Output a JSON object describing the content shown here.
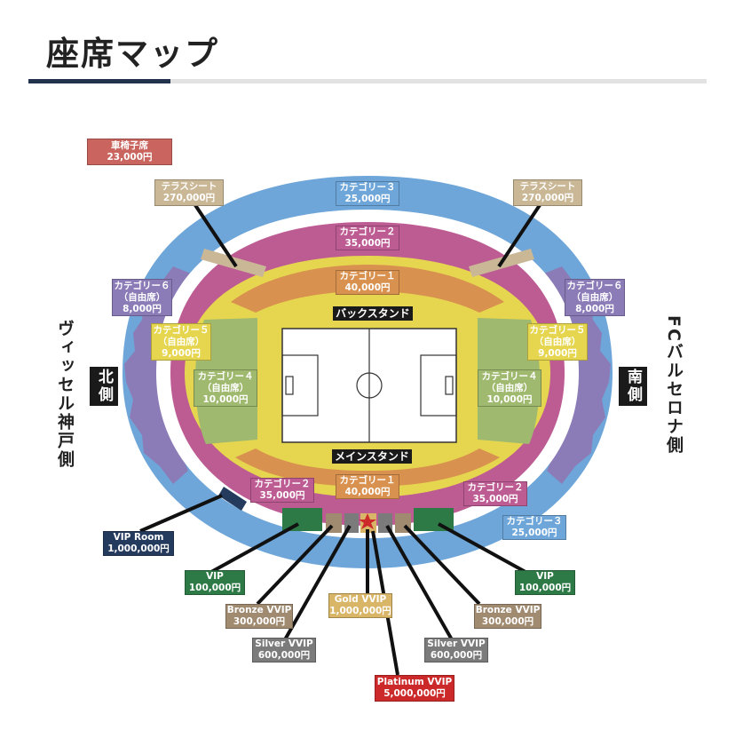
{
  "header": {
    "title": "座席マップ"
  },
  "colors": {
    "category1": "#d9914f",
    "category2": "#bd5b93",
    "category3": "#6ea6d9",
    "category4": "#9fb96f",
    "category5": "#e6d64f",
    "category6": "#8b7cb8",
    "terrace": "#c9b795",
    "wheelchair": "#c9655e",
    "vip_room": "#253b5e",
    "vip": "#2e7a47",
    "bronze": "#a08a70",
    "silver": "#7b7b7b",
    "gold": "#d9b567",
    "platinum": "#cc2a2a"
  },
  "stands": {
    "back": "バックスタンド",
    "main": "メインスタンド"
  },
  "sides": {
    "left_team": "ヴィッセル神戸側",
    "right_team": "FCバルセロナ側",
    "north": "北側",
    "south": "南側"
  },
  "labels": {
    "wheelchair": {
      "name": "車椅子席",
      "price": "23,000円"
    },
    "terrace_left": {
      "name": "テラスシート",
      "price": "270,000円"
    },
    "terrace_right": {
      "name": "テラスシート",
      "price": "270,000円"
    },
    "cat3_top": {
      "name": "カテゴリー３",
      "price": "25,000円"
    },
    "cat2_top": {
      "name": "カテゴリー２",
      "price": "35,000円"
    },
    "cat1_top": {
      "name": "カテゴリー１",
      "price": "40,000円"
    },
    "cat6_left": {
      "name": "カテゴリー６",
      "sub": "（自由席）",
      "price": "8,000円"
    },
    "cat6_right": {
      "name": "カテゴリー６",
      "sub": "（自由席）",
      "price": "8,000円"
    },
    "cat5_left": {
      "name": "カテゴリー５",
      "sub": "（自由席）",
      "price": "9,000円"
    },
    "cat5_right": {
      "name": "カテゴリー５",
      "sub": "（自由席）",
      "price": "9,000円"
    },
    "cat4_left": {
      "name": "カテゴリー４",
      "sub": "（自由席）",
      "price": "10,000円"
    },
    "cat4_right": {
      "name": "カテゴリー４",
      "sub": "（自由席）",
      "price": "10,000円"
    },
    "cat2_bottom_left": {
      "name": "カテゴリー２",
      "price": "35,000円"
    },
    "cat2_bottom_right": {
      "name": "カテゴリー２",
      "price": "35,000円"
    },
    "cat1_bottom": {
      "name": "カテゴリー１",
      "price": "40,000円"
    },
    "cat3_bottom": {
      "name": "カテゴリー３",
      "price": "25,000円"
    },
    "vip_room": {
      "name": "VIP Room",
      "price": "1,000,000円"
    },
    "vip_left": {
      "name": "VIP",
      "price": "100,000円"
    },
    "vip_right": {
      "name": "VIP",
      "price": "100,000円"
    },
    "bronze_left": {
      "name": "Bronze VVIP",
      "price": "300,000円"
    },
    "bronze_right": {
      "name": "Bronze VVIP",
      "price": "300,000円"
    },
    "gold": {
      "name": "Gold VVIP",
      "price": "1,000,000円"
    },
    "silver_left": {
      "name": "Silver VVIP",
      "price": "600,000円"
    },
    "silver_right": {
      "name": "Silver VVIP",
      "price": "600,000円"
    },
    "platinum": {
      "name": "Platinum VVIP",
      "price": "5,000,000円"
    }
  }
}
